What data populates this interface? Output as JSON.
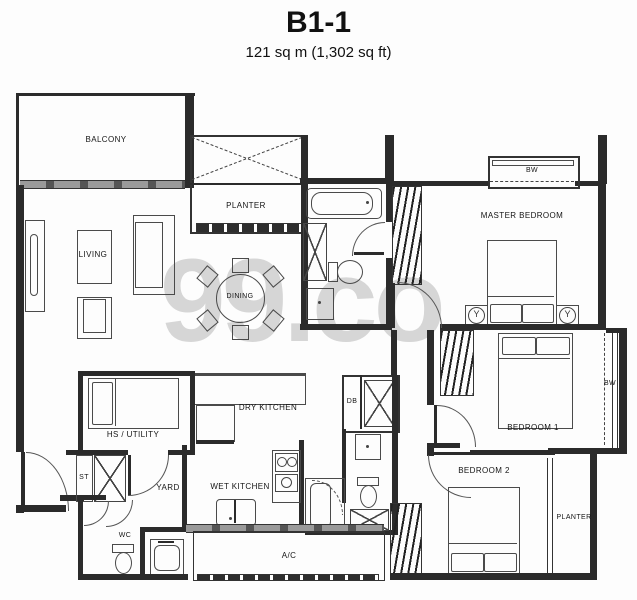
{
  "header": {
    "title": "B1-1",
    "subtitle": "121 sq m (1,302 sq ft)"
  },
  "watermark": "99.co",
  "labels": {
    "balcony": "BALCONY",
    "planter_top": "PLANTER",
    "living": "LIVING",
    "dining": "DINING",
    "bw_master": "BW",
    "master_bedroom": "MASTER BEDROOM",
    "dry_kitchen": "DRY KITCHEN",
    "hs_utility": "HS / UTILITY",
    "db": "DB",
    "st": "ST",
    "yard": "YARD",
    "wet_kitchen": "WET KITCHEN",
    "wc": "WC",
    "ac": "A/C",
    "bedroom1": "BEDROOM 1",
    "bedroom2": "BEDROOM 2",
    "bw_bedroom1": "BW",
    "planter_right": "PLANTER"
  },
  "colors": {
    "wall": "#2b2b2b",
    "line": "#4a4a4a",
    "label": "#151515",
    "watermark": "#d6d6d6"
  }
}
